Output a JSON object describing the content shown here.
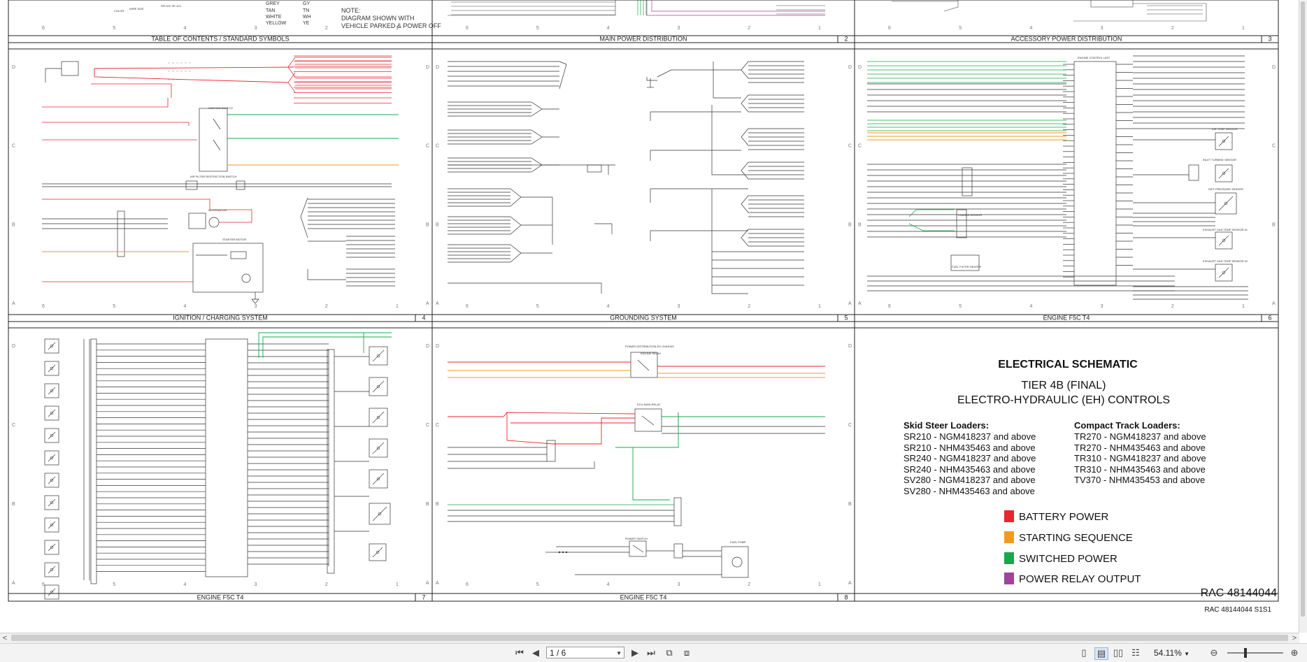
{
  "top_strip": {
    "legend_colors": [
      "GREY",
      "TAN",
      "WHITE",
      "YELLOW"
    ],
    "legend_codes": [
      "GY",
      "TN",
      "WH",
      "YE"
    ],
    "color_label": "COLOR",
    "wire_size_label": "WIRE SIZE",
    "splice_label": "SPLICE SP-123",
    "note_lines": [
      "NOTE:",
      "DIAGRAM SHOWN WITH",
      "VEHICLE PARKED & POWER OFF"
    ]
  },
  "panels": [
    {
      "title": "TABLE OF CONTENTS / STANDARD SYMBOLS",
      "page": ""
    },
    {
      "title": "MAIN POWER DISTRIBUTION",
      "page": "2"
    },
    {
      "title": "ACCESSORY POWER DISTRIBUTION",
      "page": "3"
    },
    {
      "title": "IGNITION / CHARGING SYSTEM",
      "page": "4"
    },
    {
      "title": "GROUNDING SYSTEM",
      "page": "5"
    },
    {
      "title": "ENGINE F5C T4",
      "page": "6"
    },
    {
      "title": "ENGINE F5C T4",
      "page": "7"
    },
    {
      "title": "ENGINE F5C T4",
      "page": "8"
    }
  ],
  "zone_letters": [
    "D",
    "C",
    "B",
    "A"
  ],
  "grid_numbers": [
    "6",
    "5",
    "4",
    "3",
    "2",
    "1"
  ],
  "title_block": {
    "title": "ELECTRICAL SCHEMATIC",
    "subtitle1": "TIER 4B (FINAL)",
    "subtitle2": "ELECTRO-HYDRAULIC (EH) CONTROLS",
    "ssl_heading": "Skid Steer Loaders:",
    "ssl_models": [
      "SR210 - NGM418237 and above",
      "SR210 - NHM435463 and above",
      "SR240 - NGM418237 and above",
      "SR240 - NHM435463 and above",
      "SV280 - NGM418237 and above",
      "SV280 - NHM435463 and above"
    ],
    "ctl_heading": "Compact Track Loaders:",
    "ctl_models": [
      "TR270 - NGM418237 and above",
      "TR270 - NHM435463 and above",
      "TR310 - NGM418237 and above",
      "TR310 - NHM435463 and above",
      "TV370 - NHM435453 and above"
    ],
    "legend": [
      {
        "label": "BATTERY POWER",
        "color": "#e8262e"
      },
      {
        "label": "STARTING SEQUENCE",
        "color": "#f39a1e"
      },
      {
        "label": "SWITCHED POWER",
        "color": "#17a84b"
      },
      {
        "label": "POWER RELAY OUTPUT",
        "color": "#a0449b"
      }
    ],
    "doc_number": "RAC 48144044",
    "sheet_id": "RAC 48144044 S1S1"
  },
  "component_labels": {
    "p4_ignition": "IGNITION SWITCH",
    "p4_air_filter": "AIR FILTER RESTRICTION SWITCH",
    "p4_alternator": "ALTERNATOR",
    "p4_starter": "STARTER MOTOR",
    "p6_ecu": "ENGINE CONTROL UNIT",
    "p6_air_temp": "AIR TEMP SENSOR",
    "p6_inlet_turbine": "INLET TURBINE SENSOR",
    "p6_diff_pressure": "DIFF PRESSURE SENSOR",
    "p6_exhaust1": "EXHAUST GAS TEMP SENSOR #1",
    "p6_exhaust2": "EXHAUST GAS TEMP SENSOR #2",
    "p6_fuel_heater": "FUEL FILTER HEATER",
    "p6_lambda": "LAMBDA SENSOR",
    "p8_power_dist": "POWER DISTRIBUTION EH CHASSIS",
    "p8_engine_relay": "ENGINE RELAY",
    "p8_ecu_relay": "ECU MAIN RELAY",
    "p8_fuel_pump": "FUEL PUMP",
    "p8_switch": "POWER SWITCH"
  },
  "viewer": {
    "page_field": "1 / 6",
    "zoom": "54.11%",
    "scroll_left": "<",
    "scroll_right": ">"
  },
  "colors": {
    "battery": "#e8262e",
    "starting": "#f39a1e",
    "switched": "#17a84b",
    "relay": "#a0449b",
    "wire": "#333333"
  }
}
